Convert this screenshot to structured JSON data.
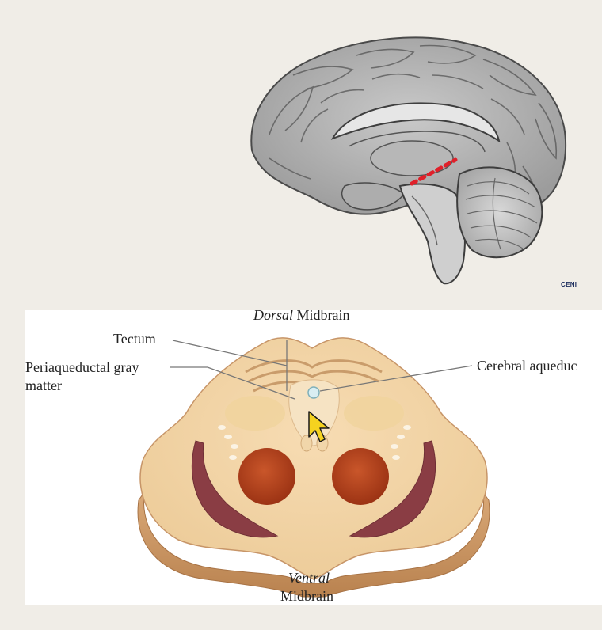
{
  "brain_figure": {
    "credit": "CENI"
  },
  "cross_section": {
    "dorsal_word": "Dorsal",
    "dorsal_suffix": "Midbrain",
    "ventral_word": "Ventral",
    "ventral_suffix": "Midbrain",
    "labels": {
      "tectum": "Tectum",
      "pag_line1": "Periaqueductal gray",
      "pag_line2": "matter",
      "aqueduct": "Cerebral aqueduc"
    }
  },
  "cursor": {
    "icon": "arrow-pointer-icon",
    "fill": "#f5d21f"
  },
  "colors": {
    "background": "#f0ede7",
    "panel": "#ffffff",
    "tissue": "#f3d3a5",
    "tissue_edge": "#c79568",
    "red_nucleus": "#b3411c",
    "substantia_nigra": "#8a3d44",
    "section_marker": "#e0202a"
  }
}
